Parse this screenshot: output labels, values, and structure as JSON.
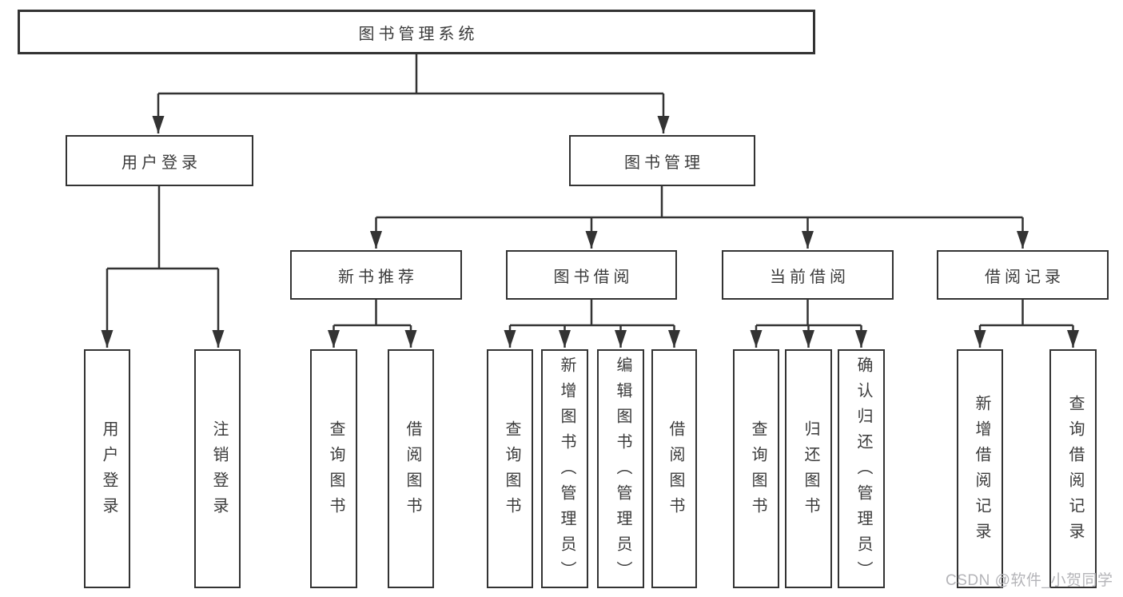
{
  "diagram": {
    "root": {
      "label": "图书管理系统"
    },
    "level2": [
      {
        "label": "用户登录",
        "children": [
          {
            "label": "用户登录"
          },
          {
            "label": "注销登录"
          }
        ]
      },
      {
        "label": "图书管理",
        "children": [
          {
            "label": "新书推荐",
            "children": [
              {
                "label": "查询图书"
              },
              {
                "label": "借阅图书"
              }
            ]
          },
          {
            "label": "图书借阅",
            "children": [
              {
                "label": "查询图书"
              },
              {
                "label": "新增图书（管理员）"
              },
              {
                "label": "编辑图书（管理员）"
              },
              {
                "label": "借阅图书"
              }
            ]
          },
          {
            "label": "当前借阅",
            "children": [
              {
                "label": "查询图书"
              },
              {
                "label": "归还图书"
              },
              {
                "label": "确认归还（管理员）"
              }
            ]
          },
          {
            "label": "借阅记录",
            "children": [
              {
                "label": "新增借阅记录"
              },
              {
                "label": "查询借阅记录"
              }
            ]
          }
        ]
      }
    ]
  },
  "watermark": {
    "text": "CSDN @软件_小贺同学"
  },
  "colors": {
    "line": "#333333",
    "box_border": "#333333",
    "text": "#3b3b3b",
    "background": "#ffffff",
    "watermark": "#b4b4b8"
  }
}
